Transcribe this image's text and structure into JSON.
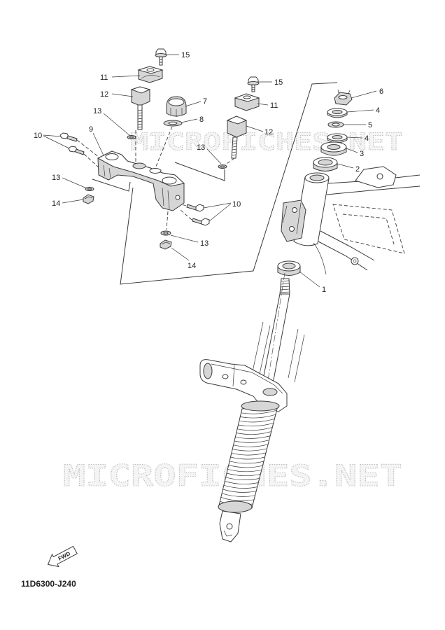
{
  "callouts": [
    "15",
    "11",
    "12",
    "13",
    "10",
    "9",
    "7",
    "8",
    "15",
    "11",
    "12",
    "13",
    "6",
    "4",
    "5",
    "4",
    "3",
    "2",
    "13",
    "14",
    "10",
    "13",
    "14",
    "1"
  ],
  "watermark": "MICROFICHES.NET",
  "fwd_label": "FWD",
  "diagram_code": "11D6300-J240",
  "colors": {
    "ink": "#3a3a3a",
    "shade": "#d6d6d6",
    "watermark": "#bdbdbd",
    "text": "#222222"
  }
}
